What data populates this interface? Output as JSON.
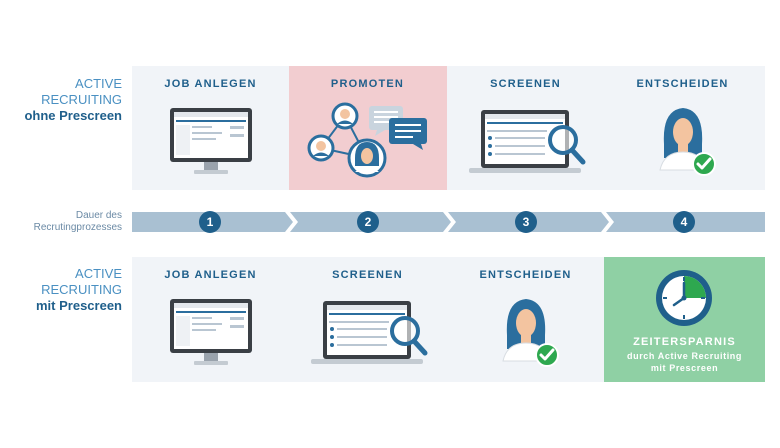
{
  "row1": {
    "label_line1": "ACTIVE",
    "label_line2": "RECRUITING",
    "label_line3": "ohne Prescreen",
    "steps": [
      "JOB ANLEGEN",
      "PROMOTEN",
      "SCREENEN",
      "ENTSCHEIDEN"
    ]
  },
  "timeline": {
    "label_line1": "Dauer des",
    "label_line2": "Recrutingprozesses",
    "numbers": [
      "1",
      "2",
      "3",
      "4"
    ]
  },
  "row2": {
    "label_line1": "ACTIVE",
    "label_line2": "RECRUITING",
    "label_line3": "mit Prescreen",
    "steps": [
      "JOB ANLEGEN",
      "SCREENEN",
      "ENTSCHEIDEN"
    ],
    "saving_title": "ZEITERSPARNIS",
    "saving_line1": "durch Active Recruiting",
    "saving_line2": "mit Prescreen"
  },
  "colors": {
    "accent": "#1f5f8b",
    "panel": "#f1f4f8",
    "promote": "#f2cdd0",
    "saving": "#8fd0a4",
    "timeline": "#a9c0d2"
  }
}
